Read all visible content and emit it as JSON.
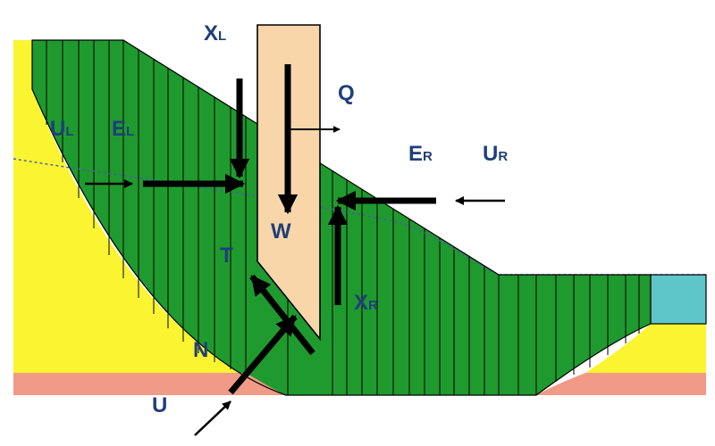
{
  "colors": {
    "slip_mass": "#1f9a2e",
    "soil": "#fbf431",
    "base_layer": "#f29a88",
    "pile": "#f8d6aa",
    "water": "#5ec6c8",
    "arrow": "#000000",
    "label": "#1f3f7a",
    "water_table": "#4a5fa0"
  },
  "labels": {
    "xl": {
      "main": "X",
      "sub": "L"
    },
    "q": {
      "main": "Q",
      "sub": ""
    },
    "ul": {
      "main": "U",
      "sub": "L"
    },
    "el": {
      "main": "E",
      "sub": "L"
    },
    "er": {
      "main": "E",
      "sub": "R"
    },
    "ur": {
      "main": "U",
      "sub": "R"
    },
    "w": {
      "main": "W",
      "sub": ""
    },
    "t": {
      "main": "T",
      "sub": ""
    },
    "xr": {
      "main": "X",
      "sub": "R"
    },
    "n": {
      "main": "N",
      "sub": ""
    },
    "u": {
      "main": "U",
      "sub": ""
    }
  }
}
